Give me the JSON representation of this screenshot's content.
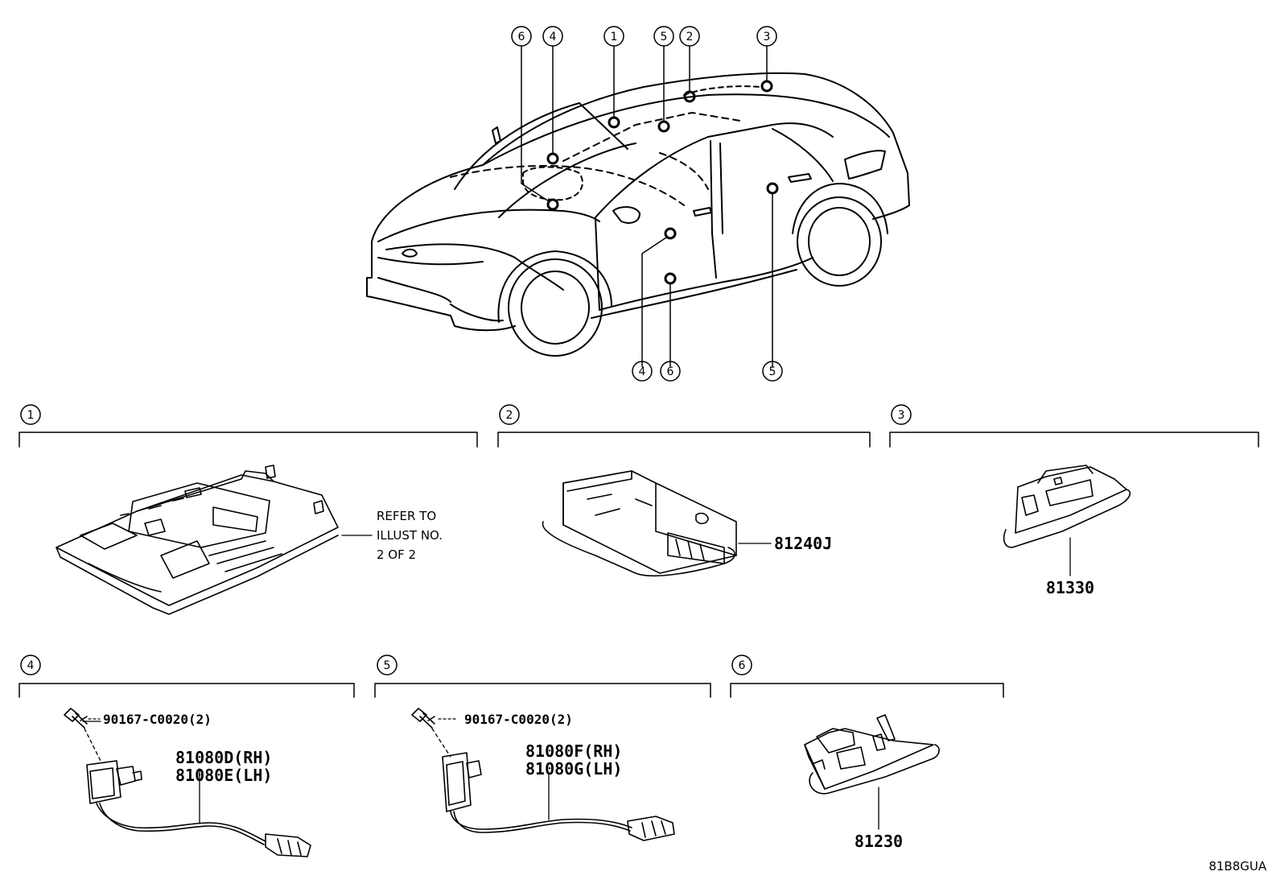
{
  "diagram_code": "81B8GUA",
  "car_callouts": [
    {
      "num": "6"
    },
    {
      "num": "4"
    },
    {
      "num": "1"
    },
    {
      "num": "5"
    },
    {
      "num": "2"
    },
    {
      "num": "3"
    },
    {
      "num": "4"
    },
    {
      "num": "6"
    },
    {
      "num": "5"
    }
  ],
  "sections": [
    {
      "num": "1",
      "part_number": "",
      "note_lines": [
        "REFER TO",
        "ILLUST NO.",
        "2 OF 2"
      ]
    },
    {
      "num": "2",
      "part_number": "81240J"
    },
    {
      "num": "3",
      "part_number": "81330"
    },
    {
      "num": "4",
      "fastener": "90167-C0020(2)",
      "part_rh": "81080D(RH)",
      "part_lh": "81080E(LH)"
    },
    {
      "num": "5",
      "fastener": "90167-C0020(2)",
      "part_rh": "81080F(RH)",
      "part_lh": "81080G(LH)"
    },
    {
      "num": "6",
      "part_number": "81230"
    }
  ]
}
